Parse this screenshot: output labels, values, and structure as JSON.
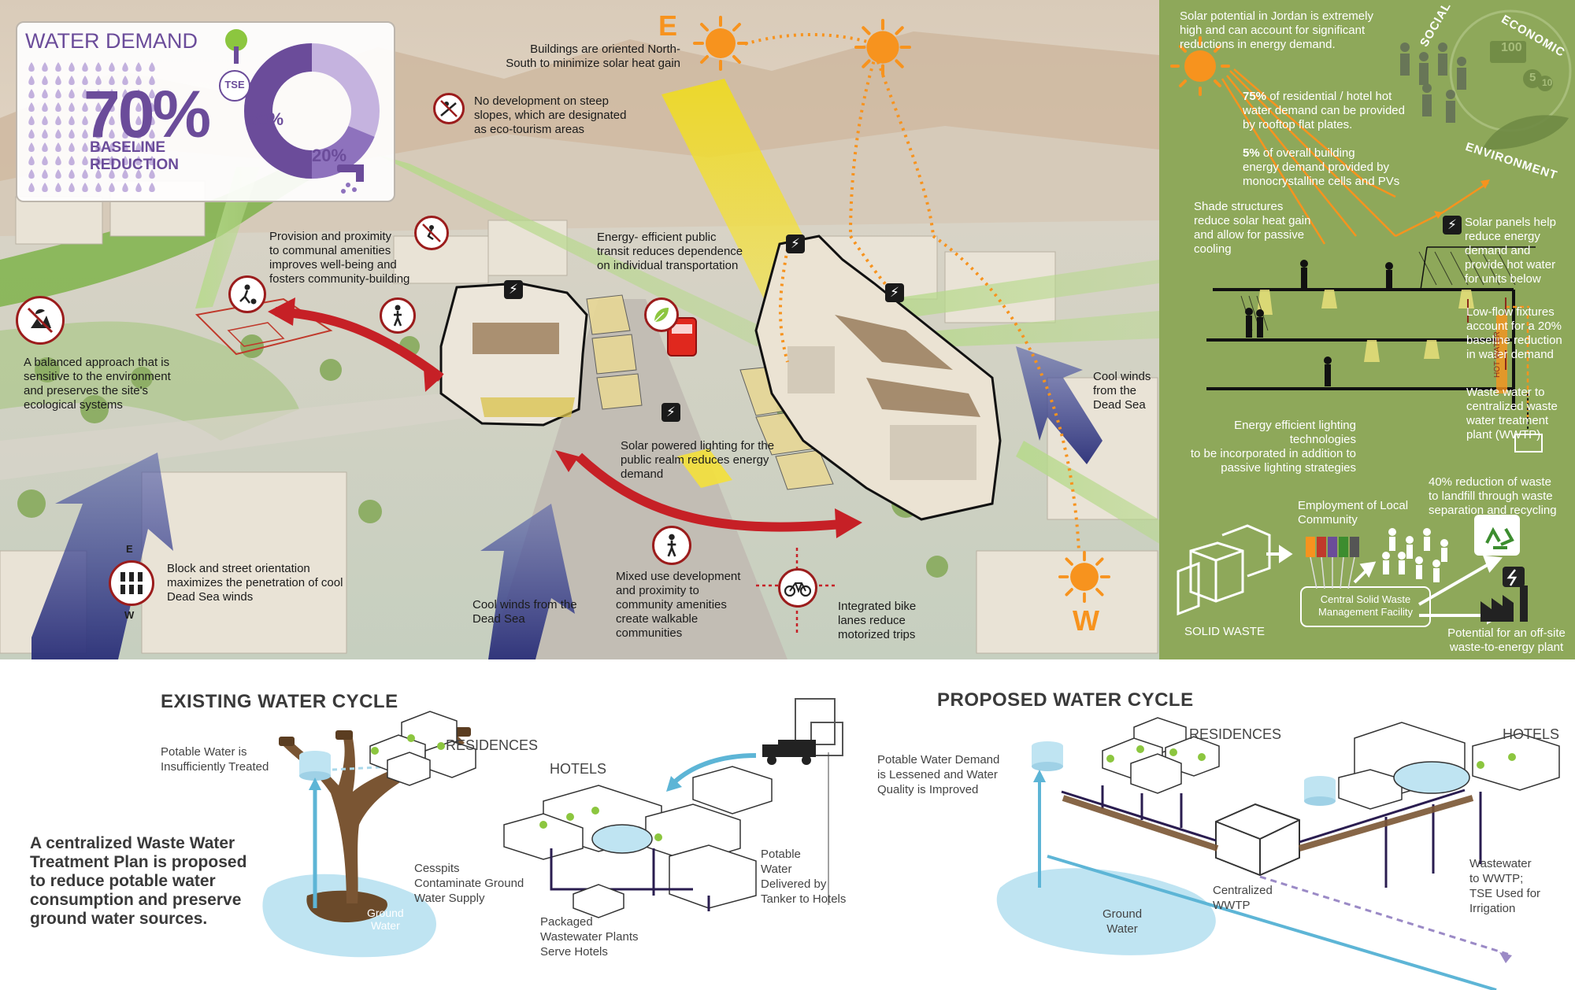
{
  "water_demand": {
    "title": "WATER DEMAND",
    "percent": "70%",
    "caption": "BASELINE\nREDUCTION",
    "donut_outer_label": "50%",
    "donut_inner_label": "20%",
    "tse_badge": "TSE",
    "colors": {
      "dark_purple": "#6b4c9a",
      "light_purple": "#c5b3df",
      "tse_green": "#8cc63f"
    }
  },
  "compass": {
    "east": "E",
    "west": "W"
  },
  "annotations": {
    "oriented": "Buildings are oriented North-\nSouth to minimize solar heat gain",
    "slopes": "No development on steep\nslopes, which are designated\nas eco-tourism areas",
    "amenities": "Provision and proximity\nto communal amenities\nimproves well-being and\nfosters community-building",
    "transit": "Energy- efficient public\ntransit reduces dependence\non individual transportation",
    "balanced": "A balanced approach that is\nsensitive to the environment\nand preserves the site's\necological systems",
    "cool_winds_right": "Cool winds\nfrom the\nDead Sea",
    "solar_lighting": "Solar powered lighting for the\npublic realm reduces energy\ndemand",
    "block_orientation": "Block and street orientation\nmaximizes the penetration of cool\nDead Sea winds",
    "cool_winds_bottom": "Cool winds from the\nDead Sea",
    "mixed_use": "Mixed use development\nand proximity to\ncommunity amenities\ncreate walkable\ncommunities",
    "bike": "Integrated bike\nlanes reduce\nmotorized trips"
  },
  "panel": {
    "solar_potential": "Solar potential in Jordan is extremely\nhigh and can account for significant\nreductions in energy demand.",
    "rooftop_pct": "75%",
    "rooftop_text": " of residential / hotel hot\nwater demand can be provided\nby rooftop flat plates.",
    "pv_pct": "5%",
    "pv_text": " of overall building\nenergy demand provided by\nmonocrystalline cells and PVs",
    "shade": "Shade structures\nreduce solar heat gain\nand allow for passive\ncooling",
    "solar_panels": "Solar panels help\nreduce energy\ndemand and\nprovide hot water\nfor units below",
    "low_flow": "Low-flow fixtures\naccount for a 20%\nbaseline reduction\nin water demand",
    "waste_water": "Waste water to\ncentralized waste\nwater treatment\nplant (WWTP)",
    "lighting": "Energy efficient lighting technologies\nto be incorporated in addition to\npassive lighting strategies",
    "employment": "Employment of Local\nCommunity",
    "reduction_waste": "40% reduction of waste\nto landfill through waste\nseparation and recycling",
    "solid_waste": "SOLID WASTE",
    "facility": "Central Solid Waste\nManagement Facility",
    "offsite": "Potential for an off-site\nwaste-to-energy plant",
    "hot_water_tag": "HOT WATER",
    "pillars": {
      "social": "SOCIAL",
      "economic": "ECONOMIC",
      "environment": "ENVIRONMENT"
    },
    "money": [
      "100",
      "5",
      "10"
    ],
    "colors": {
      "panel_green": "#8ea85a",
      "orange": "#f7931e"
    }
  },
  "existing_cycle": {
    "title": "EXISTING WATER CYCLE",
    "potable_insufficient": "Potable Water is\nInsufficiently Treated",
    "residences": "RESIDENCES",
    "hotels": "HOTELS",
    "cesspits": "Cesspits\nContaminate Ground\nWater Supply",
    "potable_tanker": "Potable\nWater\nDelivered by\nTanker to Hotels",
    "packaged": "Packaged\nWastewater Plants\nServe Hotels",
    "ground_water": "Ground\nWater"
  },
  "summary": "A centralized Waste Water\nTreatment Plan is proposed\nto reduce potable water\nconsumption and preserve\nground water sources.",
  "proposed_cycle": {
    "title": "PROPOSED WATER CYCLE",
    "potable_lessened": "Potable Water Demand\nis Lessened and Water\nQuality is Improved",
    "residences": "RESIDENCES",
    "hotels": "HOTELS",
    "centralized": "Centralized\nWWTP",
    "wastewater": "Wastewater\nto WWTP;\nTSE Used for\nIrrigation",
    "ground_water": "Ground\nWater"
  }
}
